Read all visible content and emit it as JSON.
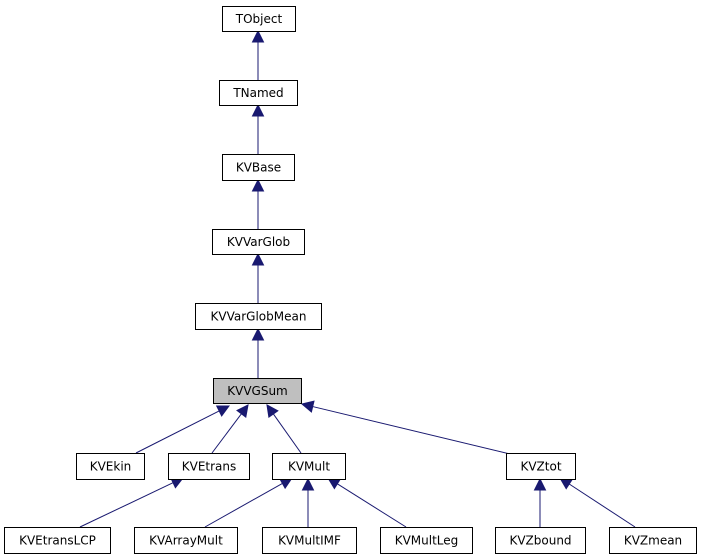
{
  "diagram": {
    "nodes": [
      {
        "id": "tobject",
        "label": "TObject"
      },
      {
        "id": "tnamed",
        "label": "TNamed"
      },
      {
        "id": "kvbase",
        "label": "KVBase"
      },
      {
        "id": "kvvarglob",
        "label": "KVVarGlob"
      },
      {
        "id": "kvvarglobmean",
        "label": "KVVarGlobMean"
      },
      {
        "id": "kvvgsum",
        "label": "KVVGSum",
        "highlighted": true
      },
      {
        "id": "kvekin",
        "label": "KVEkin"
      },
      {
        "id": "kvetrans",
        "label": "KVEtrans"
      },
      {
        "id": "kvmult",
        "label": "KVMult"
      },
      {
        "id": "kvztot",
        "label": "KVZtot"
      },
      {
        "id": "kvetranslcp",
        "label": "KVEtransLCP"
      },
      {
        "id": "kvarraymult",
        "label": "KVArrayMult"
      },
      {
        "id": "kvmultimf",
        "label": "KVMultIMF"
      },
      {
        "id": "kvmultleg",
        "label": "KVMultLeg"
      },
      {
        "id": "kvzbound",
        "label": "KVZbound"
      },
      {
        "id": "kvzmean",
        "label": "KVZmean"
      }
    ],
    "edges": [
      {
        "from": "tnamed",
        "to": "tobject"
      },
      {
        "from": "kvbase",
        "to": "tnamed"
      },
      {
        "from": "kvvarglob",
        "to": "kvbase"
      },
      {
        "from": "kvvarglobmean",
        "to": "kvvarglob"
      },
      {
        "from": "kvvgsum",
        "to": "kvvarglobmean"
      },
      {
        "from": "kvekin",
        "to": "kvvgsum"
      },
      {
        "from": "kvetrans",
        "to": "kvvgsum"
      },
      {
        "from": "kvmult",
        "to": "kvvgsum"
      },
      {
        "from": "kvztot",
        "to": "kvvgsum"
      },
      {
        "from": "kvetranslcp",
        "to": "kvetrans"
      },
      {
        "from": "kvarraymult",
        "to": "kvmult"
      },
      {
        "from": "kvmultimf",
        "to": "kvmult"
      },
      {
        "from": "kvmultleg",
        "to": "kvmult"
      },
      {
        "from": "kvzbound",
        "to": "kvztot"
      },
      {
        "from": "kvzmean",
        "to": "kvztot"
      }
    ],
    "colors": {
      "edge": "#191970",
      "highlight_fill": "#bfbfbf",
      "box_stroke": "#000000"
    }
  }
}
